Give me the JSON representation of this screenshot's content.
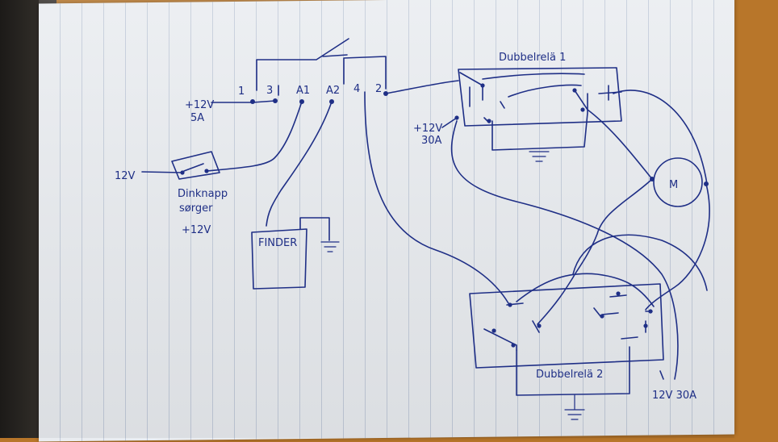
{
  "relay_main": {
    "terminals": [
      "1",
      "3",
      "A1",
      "A2",
      "4",
      "2"
    ]
  },
  "labels": {
    "supply_5a_voltage": "+12V",
    "supply_5a_current": "5A",
    "button_input": "12V",
    "button_name": "Dinknapp",
    "button_desc": "sørger",
    "button_supply": "+12V",
    "finder": "FINDER",
    "relay1_title": "Dubbelrelä 1",
    "relay1_supply_voltage": "+12V",
    "relay1_supply_current": "30A",
    "motor": "M",
    "relay2_title": "Dubbelrelä 2",
    "relay2_supply": "12V 30A"
  },
  "colors": {
    "ink": "#1f2f86",
    "paper": "#e9ecf0",
    "desk": "#b8762a"
  }
}
